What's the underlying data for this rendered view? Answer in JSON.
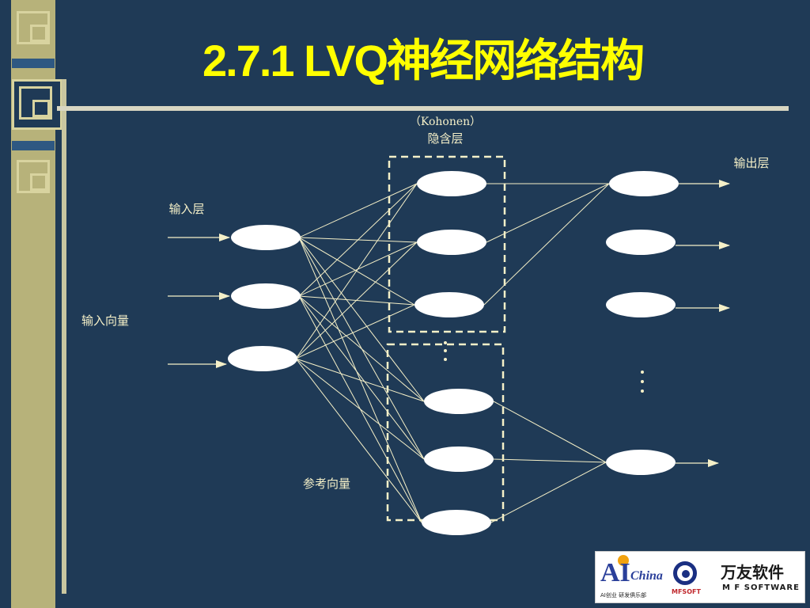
{
  "slide": {
    "title": "2.7.1  LVQ神经网络结构"
  },
  "diagram": {
    "kohonen_label": "（Kohonen）",
    "hidden_layer_label": "隐含层",
    "output_layer_label": "输出层",
    "input_layer_label": "输入层",
    "input_vector_label": "输入向量",
    "reference_vector_label": "参考向量",
    "colors": {
      "background": "#1f3a56",
      "lines": "#f5f0c8",
      "nodes": "#ffffff",
      "title": "#ffff00"
    }
  },
  "logo": {
    "ai_text": "AI",
    "china_text": "China",
    "ai_subtitle": "AI创业 研发俱乐部",
    "mfsoft_text": "MFSOFT",
    "wanyou_cn": "万友软件",
    "wanyou_en": "M F SOFTWARE"
  }
}
